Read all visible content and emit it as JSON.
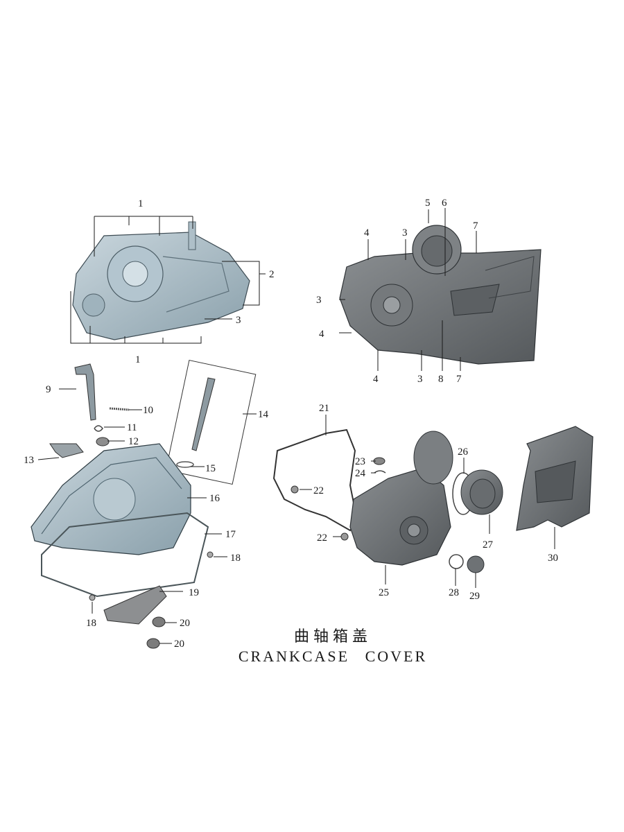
{
  "title": {
    "chinese": "曲轴箱盖",
    "english": "CRANKCASE  COVER"
  },
  "callouts": {
    "c1a": "1",
    "c1b": "1",
    "c2": "2",
    "c3a": "3",
    "c4a": "4",
    "c3b": "3",
    "c5": "5",
    "c6": "6",
    "c7a": "7",
    "c3c": "3",
    "c4b": "4",
    "c4c": "4",
    "c3d": "3",
    "c8": "8",
    "c7b": "7",
    "c9": "9",
    "c10": "10",
    "c11": "11",
    "c12": "12",
    "c13": "13",
    "c14": "14",
    "c15": "15",
    "c16": "16",
    "c17": "17",
    "c18a": "18",
    "c18b": "18",
    "c19": "19",
    "c20a": "20",
    "c20b": "20",
    "c21": "21",
    "c22a": "22",
    "c22b": "22",
    "c23": "23",
    "c24": "24",
    "c25": "25",
    "c26": "26",
    "c27": "27",
    "c28": "28",
    "c29": "29",
    "c30": "30"
  },
  "colors": {
    "light_part": "#a9bcc6",
    "light_part_dark": "#7d939f",
    "dark_part": "#6f7376",
    "dark_part_shade": "#4e5255",
    "line": "#1a1a1a"
  }
}
